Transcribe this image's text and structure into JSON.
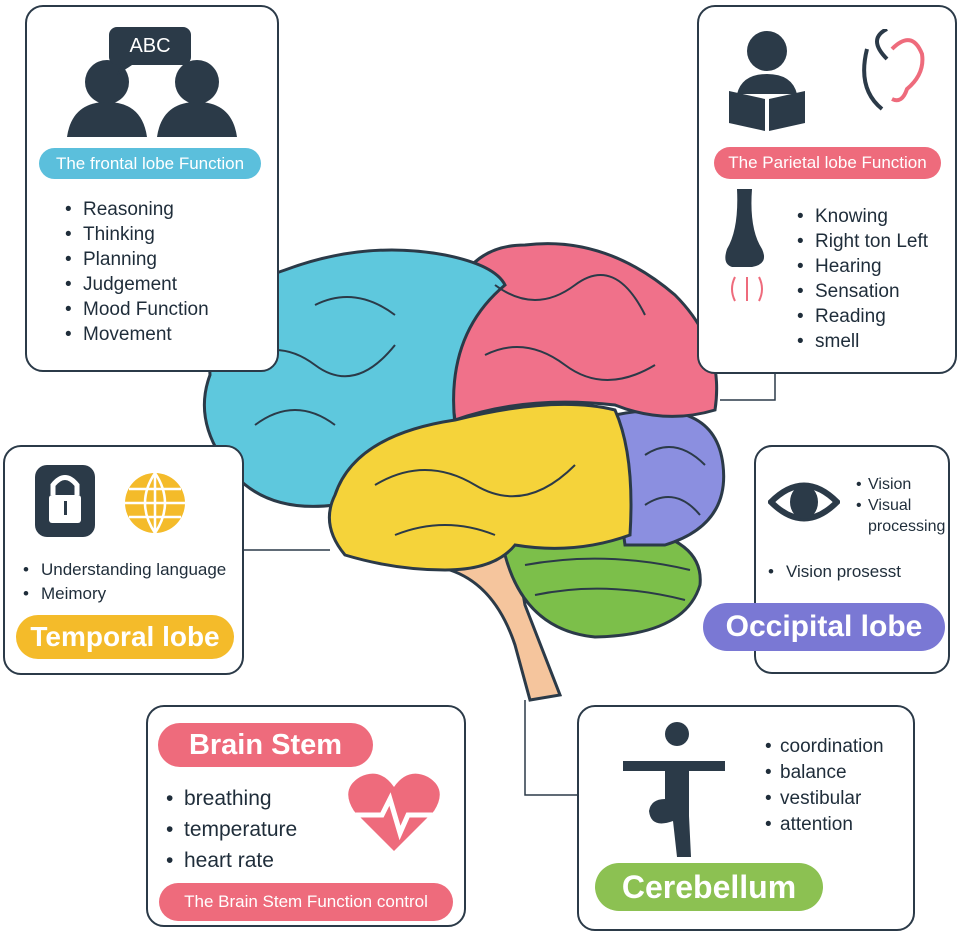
{
  "frontal": {
    "title": "The frontal lobe Function",
    "speech": "ABC",
    "items": [
      "Reasoning",
      "Thinking",
      "Planning",
      "Judgement",
      "Mood Function",
      "Movement"
    ],
    "color": "#5bbfdc"
  },
  "parietal": {
    "title": "The Parietal lobe Function",
    "items": [
      "Knowing",
      "Right ton Left",
      "Hearing",
      "Sensation",
      "Reading",
      "smell"
    ],
    "color": "#ee6b7c"
  },
  "temporal": {
    "title": "Temporal lobe",
    "items": [
      "Understanding language",
      "Meimory"
    ],
    "color": "#f4bb2a"
  },
  "occipital": {
    "title": "Occipital lobe",
    "items": [
      "Vision",
      "Visual processing"
    ],
    "extra": "Vision prosesst",
    "color": "#7a78d4"
  },
  "brainstem": {
    "title": "Brain Stem",
    "items": [
      "breathing",
      "temperature",
      "heart rate"
    ],
    "footer": "The Brain Stem Function control",
    "color": "#ee6b7c"
  },
  "cerebellum": {
    "title": "Cerebellum",
    "items": [
      "coordination",
      "balance",
      "vestibular",
      "attention"
    ],
    "color": "#8cc152"
  }
}
